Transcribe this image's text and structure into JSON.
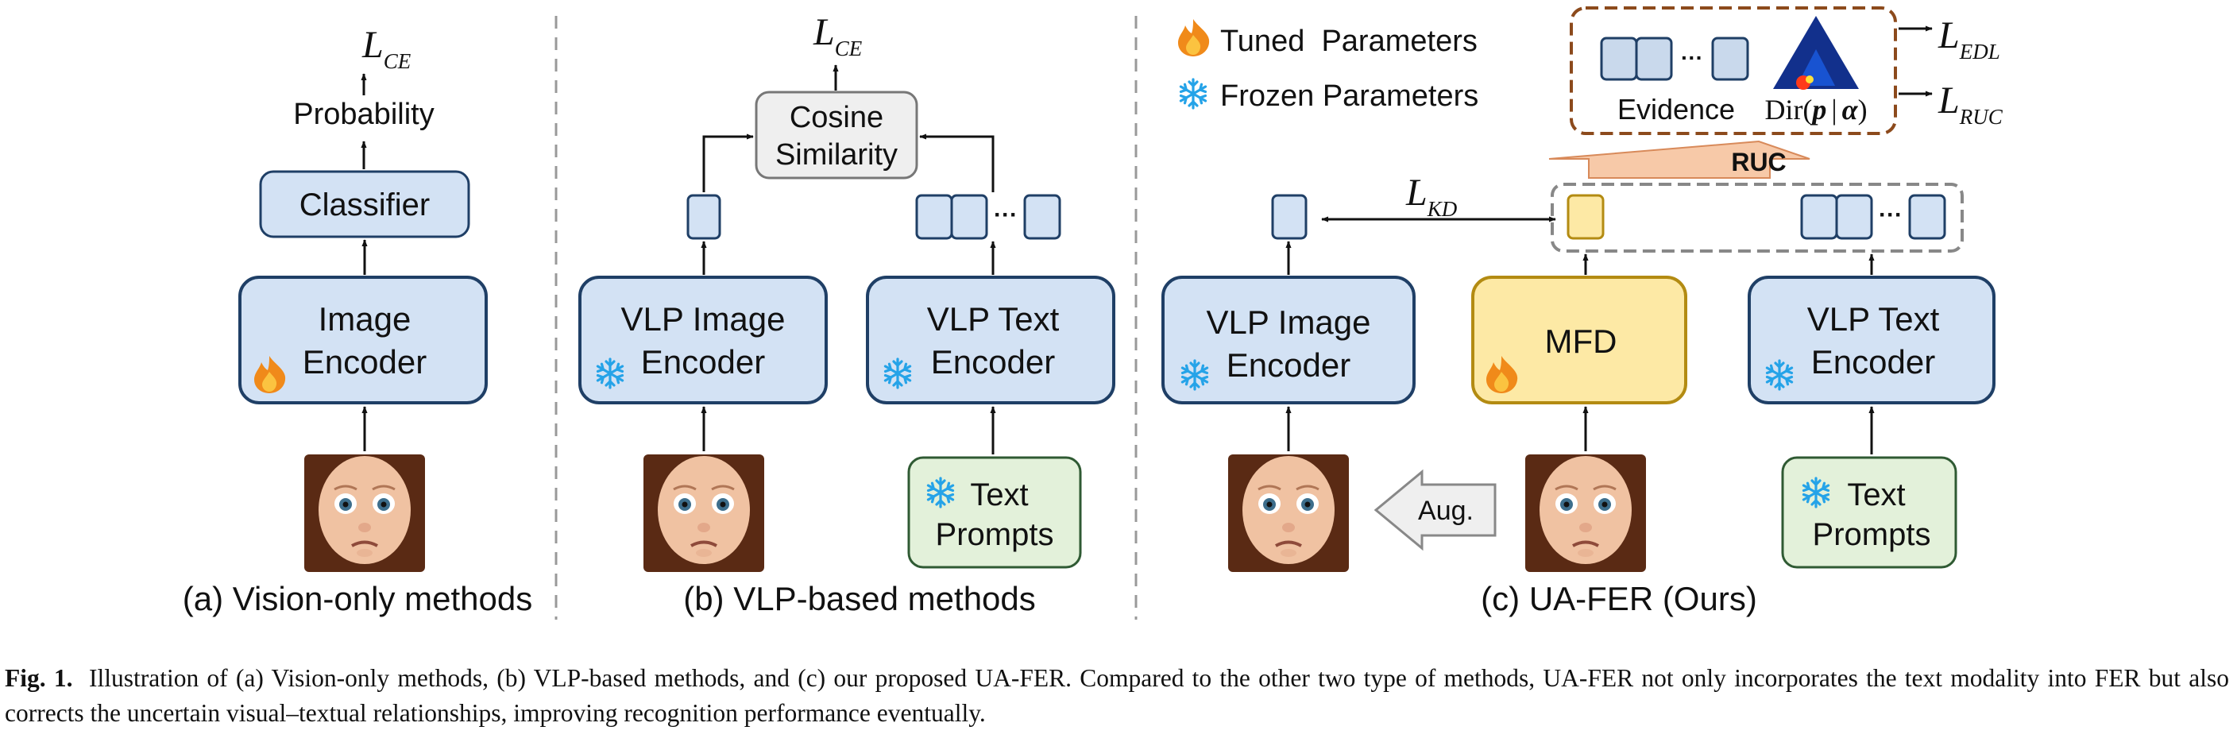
{
  "panels": {
    "a": {
      "caption": "(a) Vision-only methods",
      "loss": {
        "main": "L",
        "sub": "CE"
      },
      "probability": "Probability",
      "classifier": "Classifier",
      "encoder": [
        "Image",
        "Encoder"
      ]
    },
    "b": {
      "caption": "(b) VLP-based methods",
      "loss": {
        "main": "L",
        "sub": "CE"
      },
      "cosine": [
        "Cosine",
        "Similarity"
      ],
      "image_encoder": [
        "VLP Image",
        "Encoder"
      ],
      "text_encoder": [
        "VLP Text",
        "Encoder"
      ],
      "prompts": [
        "Text",
        "Prompts"
      ],
      "ellipsis": "···"
    },
    "c": {
      "caption": "(c) UA-FER (Ours)",
      "legend": {
        "tuned": "Tuned  Parameters",
        "frozen": "Frozen Parameters"
      },
      "evidence": "Evidence",
      "dir": {
        "prefix": "Dir(",
        "p": "p",
        "sep": "|",
        "alpha": "α",
        "suffix": ")"
      },
      "loss_edl": {
        "main": "L",
        "sub": "EDL"
      },
      "loss_ruc": {
        "main": "L",
        "sub": "RUC"
      },
      "loss_kd": {
        "main": "L",
        "sub": "KD"
      },
      "ruc": "RUC",
      "image_encoder": [
        "VLP Image",
        "Encoder"
      ],
      "mfd": "MFD",
      "text_encoder": [
        "VLP Text",
        "Encoder"
      ],
      "prompts": [
        "Text",
        "Prompts"
      ],
      "aug": "Aug.",
      "ellipsis": "···"
    }
  },
  "colors": {
    "blue_fill": "#d3e2f4",
    "blue_stroke": "#1f3f66",
    "yellow_fill": "#fde9a5",
    "yellow_stroke": "#b38b12",
    "green_fill": "#e3f1da",
    "green_stroke": "#2f5a33",
    "gray_fill": "#efefef",
    "ruc_arrow": "#f7c9a8",
    "dashed_brown": "#8c4a1c",
    "snow": "#25a3e8",
    "flame": "#f08a1a"
  },
  "caption": {
    "label": "Fig. 1.",
    "text": "Illustration of (a) Vision-only methods, (b) VLP-based methods, and (c) our proposed UA-FER. Compared to the other two type of methods, UA-FER not only incorporates the text modality into FER but also corrects the uncertain visual–textual relationships, improving recognition performance eventually."
  }
}
